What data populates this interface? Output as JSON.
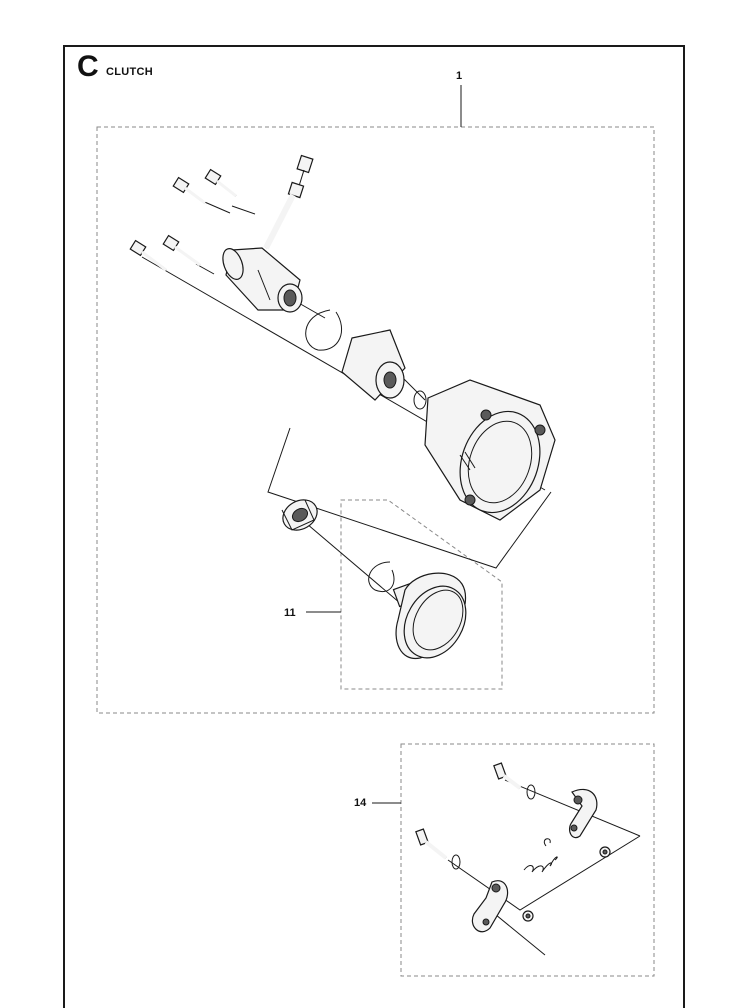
{
  "header": {
    "section_letter": "C",
    "section_title": "CLUTCH"
  },
  "callouts": [
    {
      "id": "1",
      "label": "1"
    },
    {
      "id": "11",
      "label": "11"
    },
    {
      "id": "14",
      "label": "14"
    }
  ],
  "colors": {
    "line": "#1a1a1a",
    "part_fill": "#f4f4f4",
    "part_dark": "#5a5a5a",
    "dash": "#8a8a8a"
  },
  "icons": [
    "screw-icon",
    "bolt-icon",
    "clutch-housing-icon",
    "circlip-icon",
    "bearing-icon",
    "clutch-drum-icon",
    "spring-icon",
    "clutch-shoe-icon",
    "washer-icon"
  ]
}
